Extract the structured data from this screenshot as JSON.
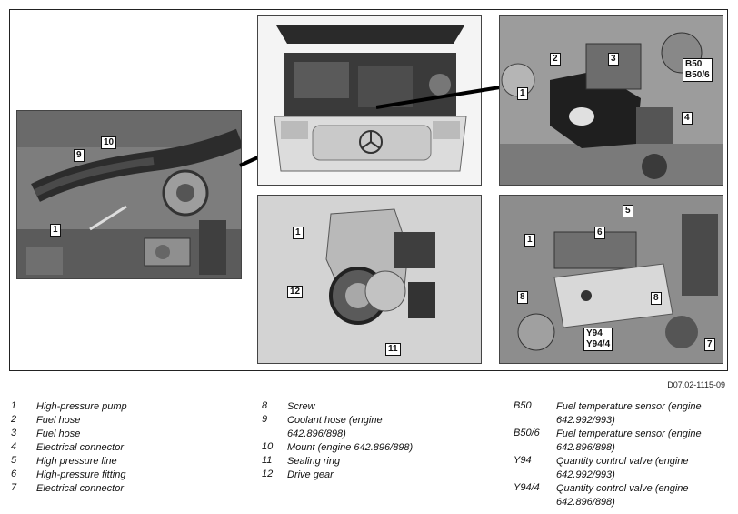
{
  "figure_id": "D07.02-1115-09",
  "callouts": {
    "left": [
      "9",
      "10",
      "1"
    ],
    "top_right": [
      "2",
      "3",
      "1",
      "B50\nB50/6",
      "4"
    ],
    "pump": [
      "1",
      "12",
      "11"
    ],
    "bottom_right": [
      "5",
      "1",
      "6",
      "8",
      "8",
      "Y94\nY94/4",
      "7"
    ]
  },
  "legend": {
    "col1": [
      {
        "num": "1",
        "text": "High-pressure pump"
      },
      {
        "num": "2",
        "text": "Fuel hose"
      },
      {
        "num": "3",
        "text": "Fuel hose"
      },
      {
        "num": "4",
        "text": "Electrical connector"
      },
      {
        "num": "5",
        "text": "High pressure line"
      },
      {
        "num": "6",
        "text": "High-pressure fitting"
      },
      {
        "num": "7",
        "text": "Electrical connector"
      }
    ],
    "col2": [
      {
        "num": "8",
        "text": "Screw"
      },
      {
        "num": "9",
        "text": "Coolant hose (engine 642.896/898)"
      },
      {
        "num": "10",
        "text": "Mount (engine 642.896/898)"
      },
      {
        "num": "11",
        "text": "Sealing ring"
      },
      {
        "num": "12",
        "text": "Drive gear"
      }
    ],
    "col3": [
      {
        "num": "B50",
        "text": "Fuel temperature sensor (engine 642.992/993)"
      },
      {
        "num": "B50/6",
        "text": "Fuel temperature sensor (engine 642.896/898)"
      },
      {
        "num": "Y94",
        "text": "Quantity control valve (engine 642.992/993)"
      },
      {
        "num": "Y94/4",
        "text": "Quantity control valve (engine 642.896/898)"
      }
    ]
  }
}
